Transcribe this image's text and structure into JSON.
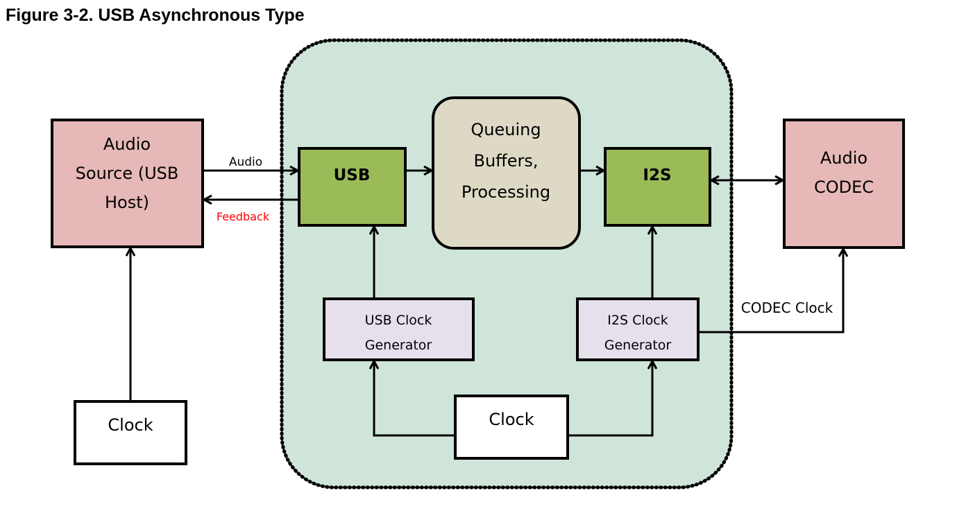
{
  "title": "Figure 3-2.  USB Asynchronous Type",
  "colors": {
    "device_region_fill": "#d0e5da",
    "source_codec_fill": "#e6b8b7",
    "interface_fill": "#9bbb59",
    "buffer_fill": "#ddd9c4",
    "clock_gen_fill": "#e5e0ec",
    "clock_fill": "#ffffff",
    "feedback_text": "#ff0000"
  },
  "blocks": {
    "audio_source": [
      "Audio",
      "Source (USB",
      "Host)"
    ],
    "audio_codec": [
      "Audio",
      "CODEC"
    ],
    "usb": "USB",
    "i2s": "I2S",
    "buffers": [
      "Queuing",
      "Buffers,",
      "Processing"
    ],
    "usb_clock_gen": [
      "USB Clock",
      "Generator"
    ],
    "i2s_clock_gen": [
      "I2S Clock",
      "Generator"
    ],
    "host_clock": "Clock",
    "device_clock": "Clock"
  },
  "signals": {
    "audio": "Audio",
    "feedback": "Feedback",
    "codec_clock": "CODEC Clock"
  }
}
